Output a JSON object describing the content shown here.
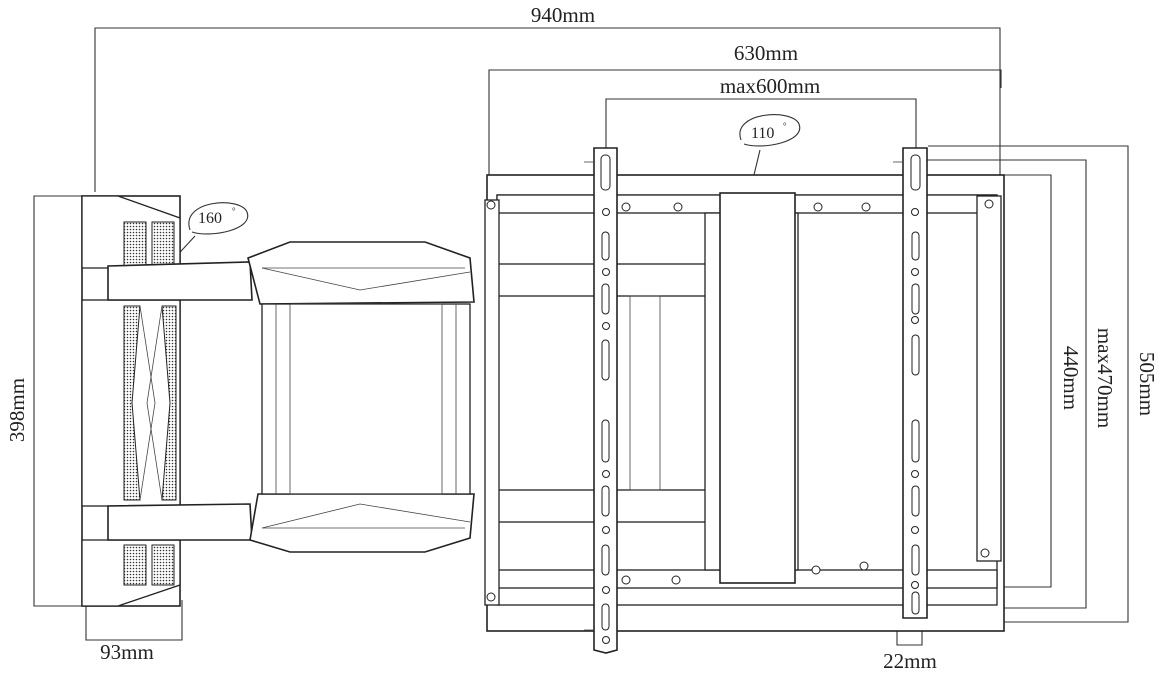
{
  "dimensions": {
    "total_extension": "940mm",
    "frame_width": "630mm",
    "max_vesa_width": "max600mm",
    "wall_plate_height": "398mm",
    "wall_plate_width": "93mm",
    "max_vesa_height": "max470mm",
    "inner_height": "440mm",
    "outer_height": "505mm",
    "arm_width": "22mm"
  },
  "angles": {
    "swivel": "160",
    "tilt": "110",
    "degree_symbol": "°"
  },
  "colors": {
    "line": "#222222",
    "background": "#ffffff"
  }
}
